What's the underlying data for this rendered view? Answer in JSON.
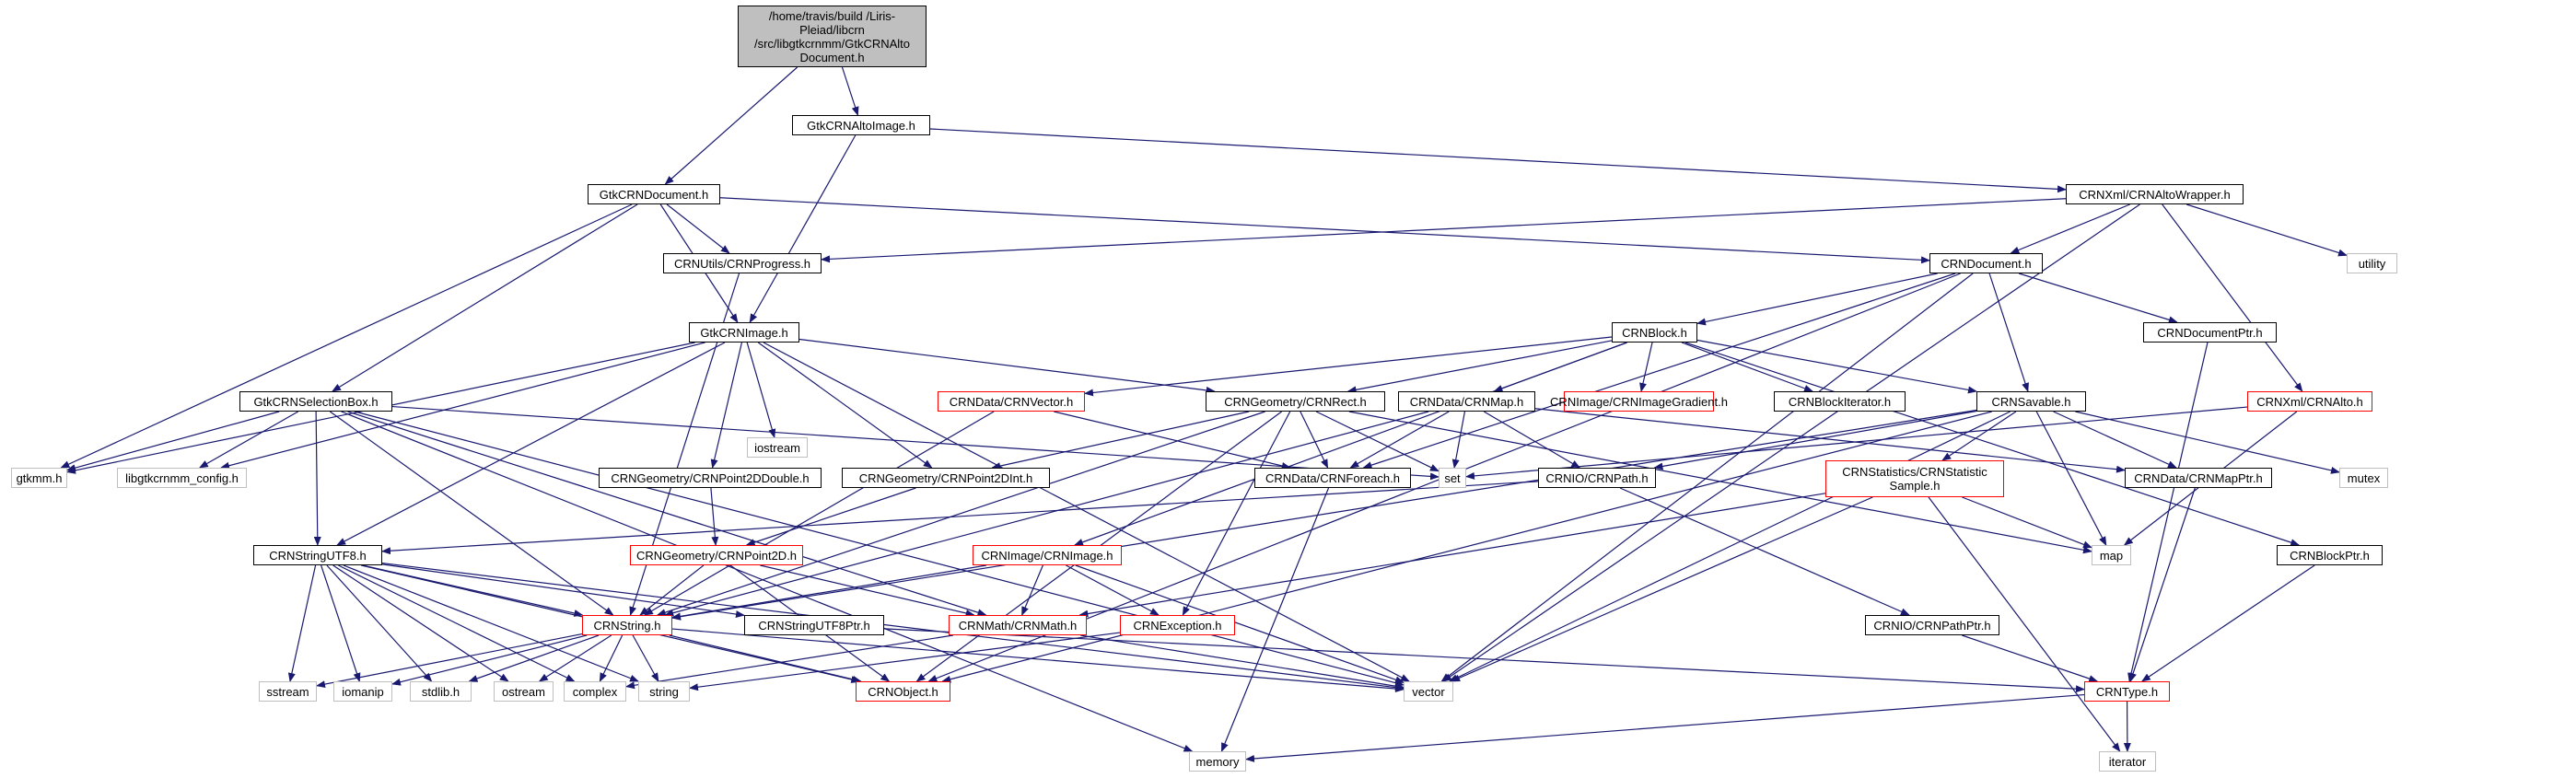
{
  "nodes": {
    "root": "/home/travis/build /Liris-Pleiad/libcrn /src/libgtkcrnmm/GtkCRNAlto Document.h",
    "gtkalto_image": "GtkCRNAltoImage.h",
    "gtkdocument": "GtkCRNDocument.h",
    "alto_wrapper": "CRNXml/CRNAltoWrapper.h",
    "progress": "CRNUtils/CRNProgress.h",
    "document": "CRNDocument.h",
    "utility": "utility",
    "gtkimage": "GtkCRNImage.h",
    "block": "CRNBlock.h",
    "documentptr": "CRNDocumentPtr.h",
    "selectionbox": "GtkCRNSelectionBox.h",
    "iostream": "iostream",
    "vector_h": "CRNData/CRNVector.h",
    "rect": "CRNGeometry/CRNRect.h",
    "map_h": "CRNData/CRNMap.h",
    "gradient": "CRNImage/CRNImageGradient.h",
    "blockiterator": "CRNBlockIterator.h",
    "savable": "CRNSavable.h",
    "alto": "CRNXml/CRNAlto.h",
    "gtkmm": "gtkmm.h",
    "config": "libgtkcrnmm_config.h",
    "point2ddouble": "CRNGeometry/CRNPoint2DDouble.h",
    "point2dint": "CRNGeometry/CRNPoint2DInt.h",
    "foreach": "CRNData/CRNForeach.h",
    "set": "set",
    "path": "CRNIO/CRNPath.h",
    "statistic": "CRNStatistics/CRNStatistic Sample.h",
    "mapptr": "CRNData/CRNMapPtr.h",
    "mutex": "mutex",
    "utf8": "CRNStringUTF8.h",
    "point2d": "CRNGeometry/CRNPoint2D.h",
    "image": "CRNImage/CRNImage.h",
    "map": "map",
    "blockptr": "CRNBlockPtr.h",
    "string_h": "CRNString.h",
    "utf8ptr": "CRNStringUTF8Ptr.h",
    "math": "CRNMath/CRNMath.h",
    "exception": "CRNException.h",
    "pathptr": "CRNIO/CRNPathPtr.h",
    "sstream": "sstream",
    "iomanip": "iomanip",
    "stdlib": "stdlib.h",
    "ostream": "ostream",
    "complex": "complex",
    "string": "string",
    "object": "CRNObject.h",
    "vector": "vector",
    "type": "CRNType.h",
    "memory": "memory",
    "iterator": "iterator"
  },
  "edges": [
    [
      "root",
      "gtkalto_image"
    ],
    [
      "root",
      "gtkdocument"
    ],
    [
      "gtkalto_image",
      "alto_wrapper"
    ],
    [
      "gtkalto_image",
      "gtkimage"
    ],
    [
      "gtkdocument",
      "document"
    ],
    [
      "gtkdocument",
      "progress"
    ],
    [
      "gtkdocument",
      "gtkimage"
    ],
    [
      "gtkdocument",
      "selectionbox"
    ],
    [
      "gtkdocument",
      "gtkmm"
    ],
    [
      "alto_wrapper",
      "progress"
    ],
    [
      "alto_wrapper",
      "document"
    ],
    [
      "alto_wrapper",
      "utility"
    ],
    [
      "alto_wrapper",
      "alto"
    ],
    [
      "alto_wrapper",
      "vector"
    ],
    [
      "progress",
      "string_h"
    ],
    [
      "document",
      "block"
    ],
    [
      "document",
      "documentptr"
    ],
    [
      "document",
      "savable"
    ],
    [
      "document",
      "foreach"
    ],
    [
      "document",
      "object"
    ],
    [
      "document",
      "vector"
    ],
    [
      "documentptr",
      "type"
    ],
    [
      "block",
      "vector_h"
    ],
    [
      "block",
      "rect"
    ],
    [
      "block",
      "map_h"
    ],
    [
      "block",
      "gradient"
    ],
    [
      "block",
      "blockiterator"
    ],
    [
      "block",
      "savable"
    ],
    [
      "block",
      "image"
    ],
    [
      "block",
      "blockptr"
    ],
    [
      "gtkimage",
      "gtkmm"
    ],
    [
      "gtkimage",
      "config"
    ],
    [
      "gtkimage",
      "iostream"
    ],
    [
      "gtkimage",
      "point2ddouble"
    ],
    [
      "gtkimage",
      "point2dint"
    ],
    [
      "gtkimage",
      "rect"
    ],
    [
      "gtkimage",
      "utf8"
    ],
    [
      "gtkimage",
      "vector"
    ],
    [
      "selectionbox",
      "gtkmm"
    ],
    [
      "selectionbox",
      "config"
    ],
    [
      "selectionbox",
      "utf8"
    ],
    [
      "selectionbox",
      "string_h"
    ],
    [
      "selectionbox",
      "set"
    ],
    [
      "selectionbox",
      "memory"
    ],
    [
      "selectionbox",
      "math"
    ],
    [
      "selectionbox",
      "vector"
    ],
    [
      "vector_h",
      "string_h"
    ],
    [
      "vector_h",
      "foreach"
    ],
    [
      "rect",
      "point2dint"
    ],
    [
      "rect",
      "foreach"
    ],
    [
      "rect",
      "set"
    ],
    [
      "rect",
      "exception"
    ],
    [
      "rect",
      "object"
    ],
    [
      "rect",
      "string_h"
    ],
    [
      "rect",
      "map"
    ],
    [
      "map_h",
      "foreach"
    ],
    [
      "map_h",
      "set"
    ],
    [
      "map_h",
      "path"
    ],
    [
      "map_h",
      "mapptr"
    ],
    [
      "map_h",
      "string_h"
    ],
    [
      "savable",
      "path"
    ],
    [
      "savable",
      "statistic"
    ],
    [
      "savable",
      "mapptr"
    ],
    [
      "savable",
      "map"
    ],
    [
      "savable",
      "mutex"
    ],
    [
      "savable",
      "string_h"
    ],
    [
      "savable",
      "object"
    ],
    [
      "savable",
      "vector"
    ],
    [
      "alto",
      "set"
    ],
    [
      "alto",
      "map"
    ],
    [
      "point2ddouble",
      "point2d"
    ],
    [
      "point2dint",
      "point2d"
    ],
    [
      "foreach",
      "memory"
    ],
    [
      "path",
      "utf8"
    ],
    [
      "path",
      "pathptr"
    ],
    [
      "statistic",
      "math"
    ],
    [
      "statistic",
      "map"
    ],
    [
      "statistic",
      "vector"
    ],
    [
      "statistic",
      "iterator"
    ],
    [
      "mapptr",
      "type"
    ],
    [
      "blockptr",
      "type"
    ],
    [
      "utf8",
      "utf8ptr"
    ],
    [
      "utf8",
      "string_h"
    ],
    [
      "utf8",
      "sstream"
    ],
    [
      "utf8",
      "iomanip"
    ],
    [
      "utf8",
      "stdlib"
    ],
    [
      "utf8",
      "ostream"
    ],
    [
      "utf8",
      "complex"
    ],
    [
      "utf8",
      "string"
    ],
    [
      "utf8",
      "object"
    ],
    [
      "utf8",
      "vector"
    ],
    [
      "point2d",
      "string_h"
    ],
    [
      "point2d",
      "math"
    ],
    [
      "point2d",
      "object"
    ],
    [
      "image",
      "string_h"
    ],
    [
      "image",
      "math"
    ],
    [
      "image",
      "exception"
    ],
    [
      "image",
      "vector"
    ],
    [
      "string_h",
      "sstream"
    ],
    [
      "string_h",
      "iomanip"
    ],
    [
      "string_h",
      "stdlib"
    ],
    [
      "string_h",
      "ostream"
    ],
    [
      "string_h",
      "complex"
    ],
    [
      "string_h",
      "string"
    ],
    [
      "string_h",
      "object"
    ],
    [
      "string_h",
      "vector"
    ],
    [
      "utf8ptr",
      "type"
    ],
    [
      "math",
      "complex"
    ],
    [
      "math",
      "vector"
    ],
    [
      "exception",
      "string"
    ],
    [
      "pathptr",
      "type"
    ],
    [
      "type",
      "memory"
    ],
    [
      "type",
      "iterator"
    ]
  ]
}
